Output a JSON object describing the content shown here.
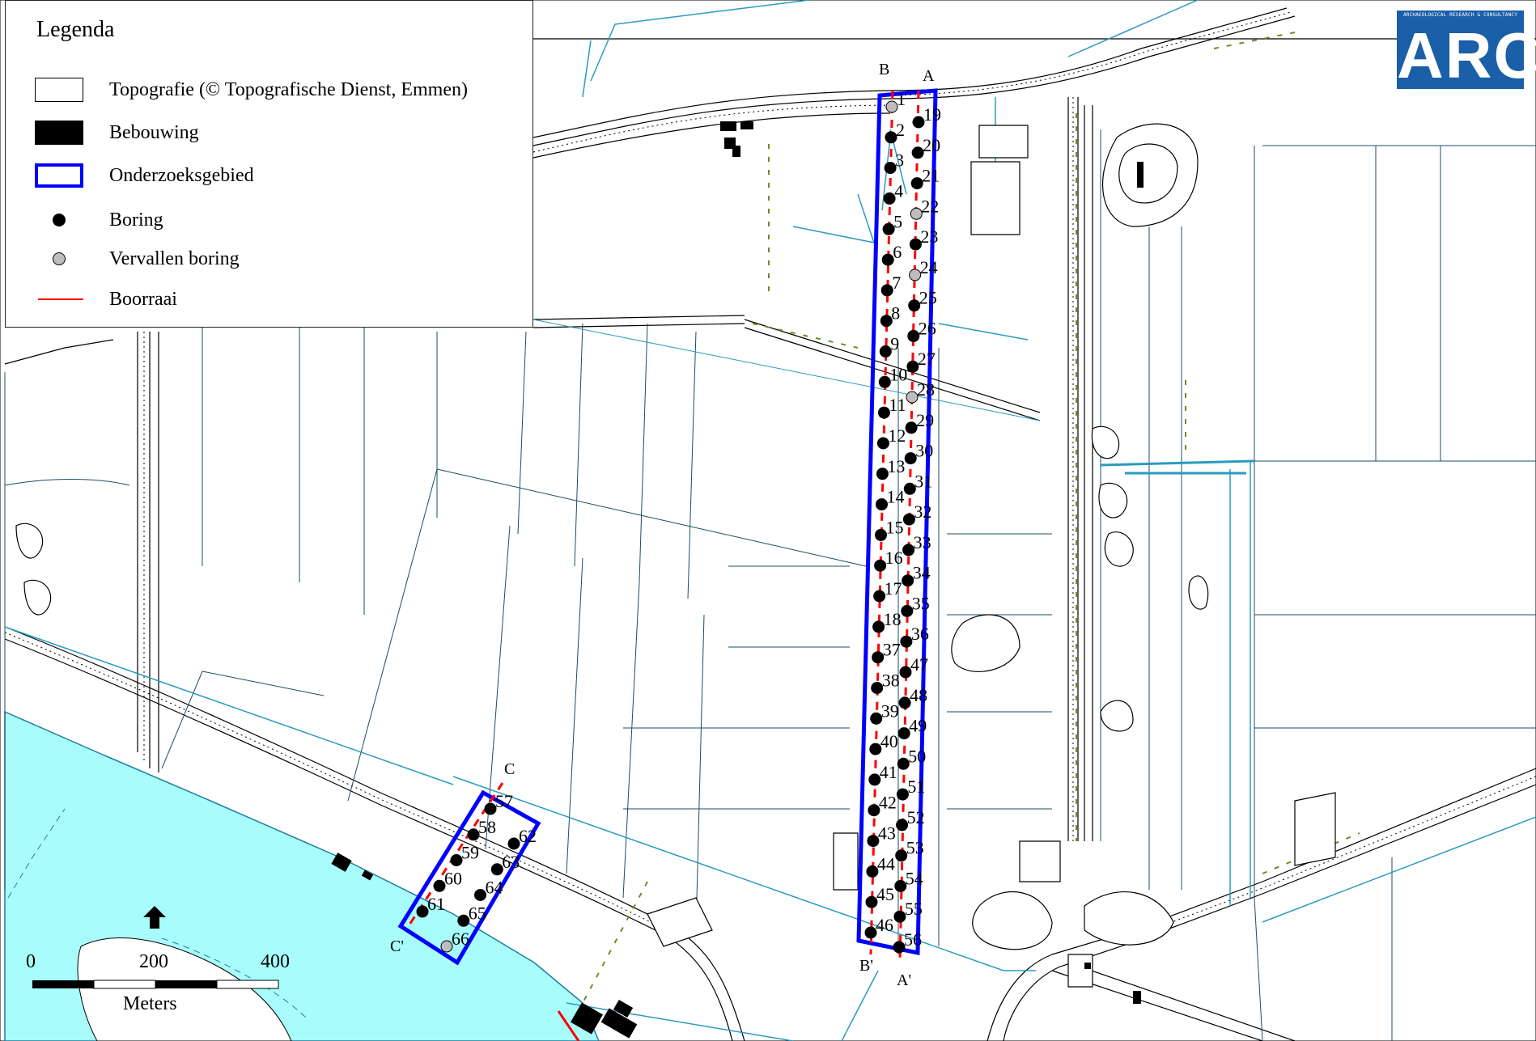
{
  "legend": {
    "title": "Legenda",
    "items": [
      {
        "symbol": "topografie",
        "label": "Topografie (© Topografische Dienst, Emmen)"
      },
      {
        "symbol": "bebouwing",
        "label": "Bebouwing"
      },
      {
        "symbol": "onderzoeksgebied",
        "label": "Onderzoeksgebied"
      },
      {
        "symbol": "boring",
        "label": "Boring"
      },
      {
        "symbol": "vervallen-boring",
        "label": "Vervallen boring"
      },
      {
        "symbol": "boorraai",
        "label": "Boorraai"
      }
    ]
  },
  "logo": {
    "subtitle": "ARCHAEOLOGICAL RESEARCH & CONSULTANCY",
    "text": "ARC",
    "color": "#1a5fa8"
  },
  "scale_bar": {
    "labels": [
      "0",
      "200",
      "400"
    ],
    "unit": "Meters"
  },
  "north_arrow": {
    "icon": "north-arrow-icon"
  },
  "transects": [
    {
      "start": "A",
      "end": "A'"
    },
    {
      "start": "B",
      "end": "B'"
    },
    {
      "start": "C",
      "end": "C'"
    }
  ],
  "borings": {
    "transect_b": [
      "1",
      "2",
      "3",
      "4",
      "5",
      "6",
      "7",
      "8",
      "9",
      "10",
      "11",
      "12",
      "13",
      "14",
      "15",
      "16",
      "17",
      "18",
      "37",
      "38",
      "39",
      "40",
      "41",
      "42",
      "43",
      "44",
      "45",
      "46"
    ],
    "transect_a": [
      "19",
      "20",
      "21",
      "22",
      "23",
      "24",
      "25",
      "26",
      "27",
      "28",
      "29",
      "30",
      "31",
      "32",
      "33",
      "34",
      "35",
      "36",
      "47",
      "48",
      "49",
      "50",
      "51",
      "52",
      "53",
      "54",
      "55",
      "56"
    ],
    "transect_c_west": [
      "57",
      "58",
      "59",
      "60",
      "61"
    ],
    "transect_c_east": [
      "62",
      "63",
      "64",
      "65",
      "66"
    ],
    "vervallen": [
      "1",
      "22",
      "24",
      "28",
      "66"
    ]
  },
  "colors": {
    "water": "#a8fcfc",
    "ditch": "#2a9bbf",
    "research_area": "#0000ff",
    "transect": "#ff0000",
    "vegetation": "#6b8e23"
  }
}
